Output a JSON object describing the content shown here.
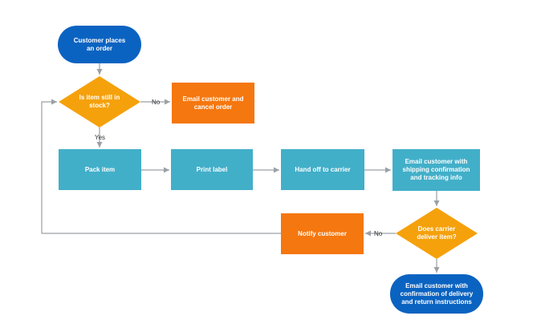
{
  "colors": {
    "terminal": "#0b63c1",
    "process": "#42afc9",
    "decision": "#f5a10c",
    "alert": "#f5770f",
    "connector": "#9aa0a6"
  },
  "nodes": {
    "start": "Customer places\nan order",
    "in_stock": "Is item still in\nstock?",
    "cancel": "Email customer and\ncancel order",
    "pack": "Pack item",
    "label": "Print label",
    "handoff": "Hand off to carrier",
    "shipping_email": "Email customer with\nshipping confirmation\nand tracking info",
    "delivered": "Does carrier\ndeliver item?",
    "notify": "Notify customer",
    "end": "Email customer with\nconfirmation of delivery\nand return instructions"
  },
  "edges": {
    "no_stock": "No",
    "yes_stock": "Yes",
    "no_delivery": "No"
  }
}
